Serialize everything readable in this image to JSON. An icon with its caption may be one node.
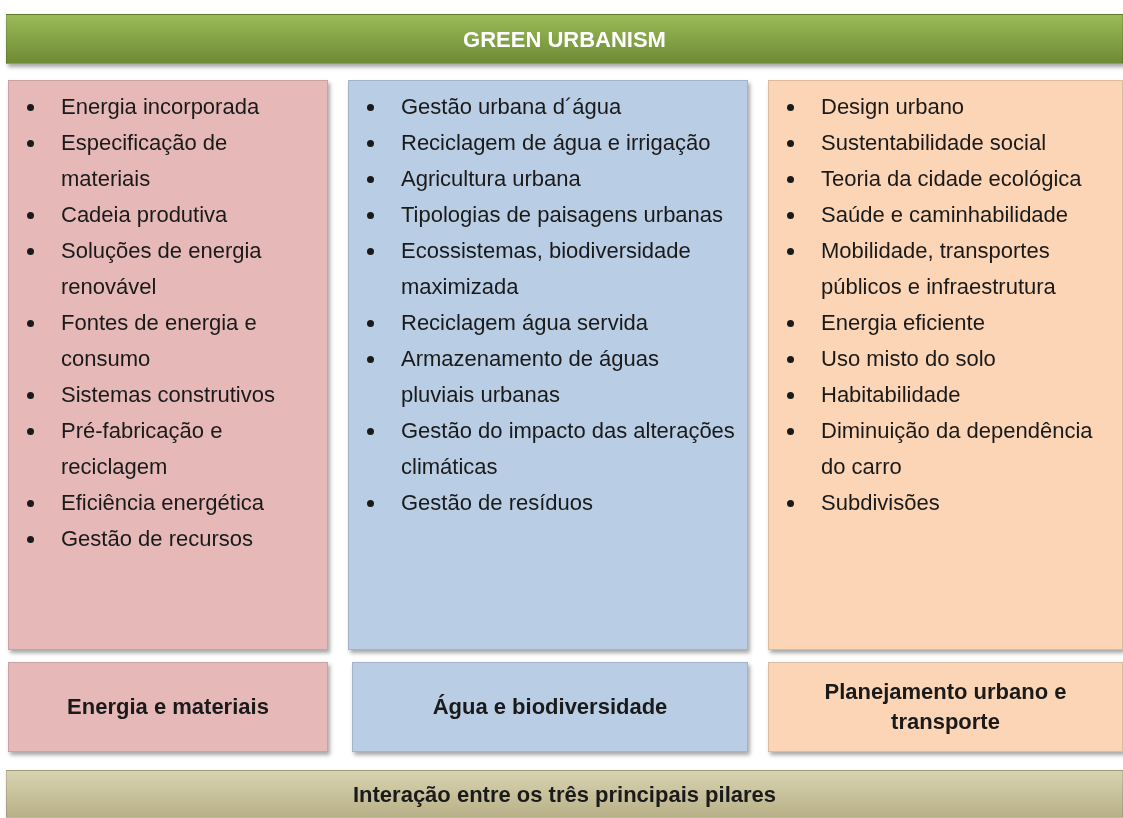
{
  "diagram": {
    "nodes": [
      {
        "text": [
          "GREEN URBANISM"
        ]
      },
      {
        "text": [
          "Energia incorporada",
          "Especificação de materiais",
          "Cadeia produtiva",
          "Soluções de energia renovável",
          "Fontes de energia e consumo",
          "Sistemas construtivos",
          "Pré-fabricação e reciclagem",
          "Eficiência energética",
          "Gestão de recursos"
        ]
      },
      {
        "text": [
          "Gestão urbana d´água",
          "Reciclagem de água e irrigação",
          "Agricultura urbana",
          "Tipologias de paisagens urbanas",
          "Ecossistemas, biodiversidade maximizada",
          "Reciclagem água servida",
          "Armazenamento de águas pluviais urbanas",
          "Gestão do impacto das alterações climáticas",
          "Gestão de resíduos"
        ]
      },
      {
        "text": [
          "Design urbano",
          "Sustentabilidade social",
          "Teoria da cidade ecológica",
          "Saúde e caminhabilidade",
          "Mobilidade, transportes públicos e infraestrutura",
          "Energia eficiente",
          "Uso misto do solo",
          "Habitabilidade",
          "Diminuição da dependência do carro",
          "Subdivisões"
        ]
      },
      {
        "text": [
          "Energia e materiais"
        ]
      },
      {
        "text": [
          "Água e biodiversidade"
        ]
      },
      {
        "text": [
          "Planejamento urbano e transporte"
        ]
      },
      {
        "text": [
          "Interação entre os três principais pilares"
        ]
      }
    ]
  }
}
